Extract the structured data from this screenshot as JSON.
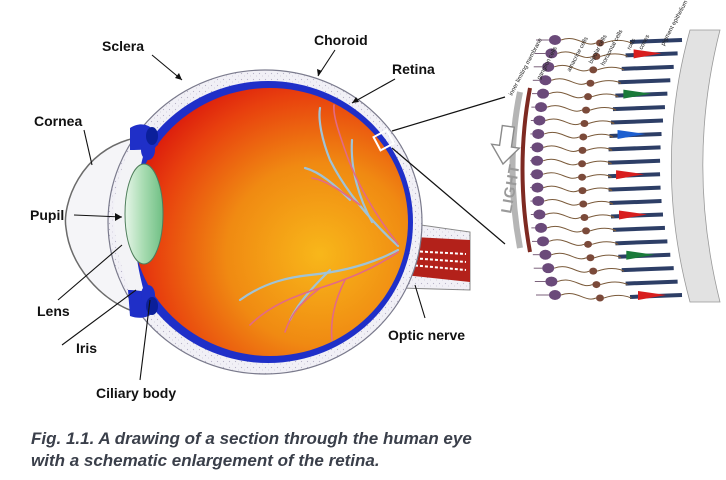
{
  "labels": {
    "sclera": "Sclera",
    "choroid": "Choroid",
    "retina": "Retina",
    "cornea": "Cornea",
    "pupil": "Pupil",
    "lens": "Lens",
    "iris": "Iris",
    "ciliary_body": "Ciliary body",
    "optic_nerve": "Optic nerve"
  },
  "retina_layers": [
    "inner limiting membrane",
    "ganglion cells",
    "amacrine cells",
    "bipolar cells",
    "horizontal cells",
    "rods",
    "cones",
    "pigment epithelium"
  ],
  "light_label": "LIGHT",
  "caption_lines": [
    "Fig. 1.1. A drawing of a section through the human eye",
    "with a schematic enlargement of the retina."
  ],
  "colors": {
    "sclera_fill": "#efeef5",
    "choroid": "#1f2fc8",
    "retina_red": "#d9150c",
    "vitreous_orange": "#f49a12",
    "lens_green": "#8fcf9d",
    "vessel_blue": "#9fc3d8",
    "vessel_pink": "#e36a86",
    "caption": "#3a3f4a"
  }
}
